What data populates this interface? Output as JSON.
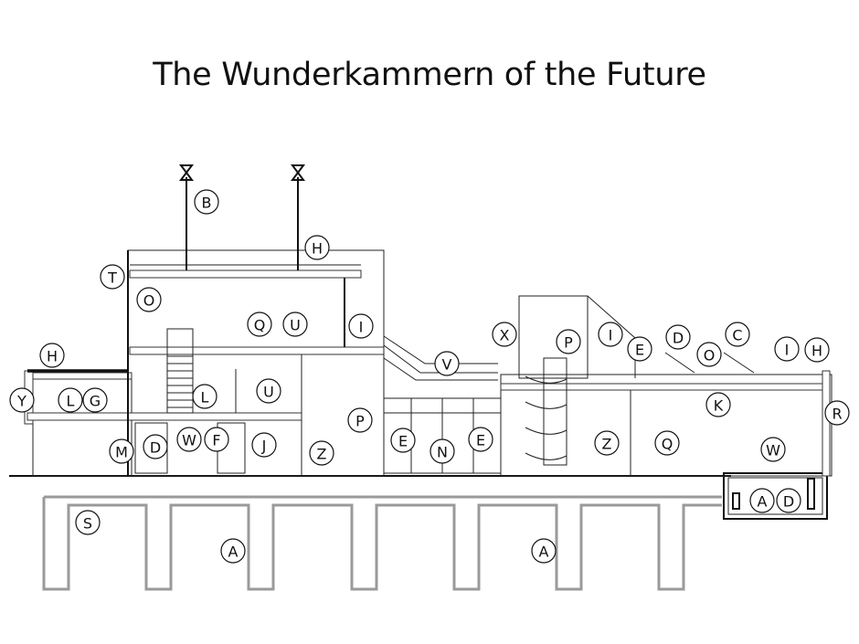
{
  "title": "The Wunderkammern of the Future",
  "labels": [
    "B",
    "H",
    "T",
    "O",
    "Q",
    "U",
    "I",
    "H",
    "Y",
    "L",
    "G",
    "L",
    "U",
    "P",
    "M",
    "D",
    "W",
    "F",
    "J",
    "Z",
    "V",
    "E",
    "N",
    "E",
    "X",
    "P",
    "I",
    "E",
    "D",
    "C",
    "O",
    "I",
    "H",
    "K",
    "R",
    "Z",
    "Q",
    "W",
    "A",
    "D",
    "S",
    "A",
    "A"
  ]
}
